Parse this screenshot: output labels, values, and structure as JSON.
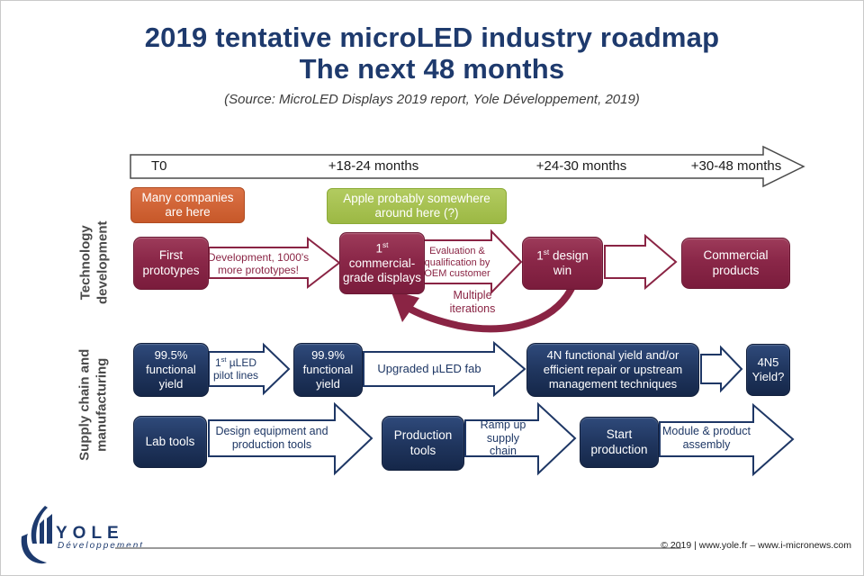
{
  "title": {
    "line1": "2019 tentative microLED industry roadmap",
    "line2": "The next 48 months",
    "source": "(Source: MicroLED Displays 2019 report, Yole Développement, 2019)"
  },
  "timeline": {
    "labels": [
      "T0",
      "+18-24 months",
      "+24-30 months",
      "+30-48 months"
    ]
  },
  "callouts": {
    "many_companies": {
      "line1": "Many companies",
      "line2": "are here"
    },
    "apple": {
      "line1": "Apple probably somewhere",
      "line2": "around here (?)"
    }
  },
  "row_labels": {
    "technology": {
      "line1": "Technology",
      "line2": "development"
    },
    "supply": {
      "line1": "Supply chain and",
      "line2": "manufacturing"
    }
  },
  "technology_row": {
    "first_prototypes": {
      "line1": "First",
      "line2": "prototypes"
    },
    "dev_arrow": {
      "line1": "Development, 1000's",
      "line2": "more prototypes!"
    },
    "commercial_grade": {
      "num": "1",
      "sup": "st",
      "line2": "commercial-",
      "line3": "grade displays"
    },
    "eval_arrow": {
      "line1": "Evaluation &",
      "line2": "qualification by",
      "line3": "OEM customer"
    },
    "multiple_iterations": {
      "line1": "Multiple",
      "line2": "iterations"
    },
    "design_win": {
      "num": "1",
      "sup": "st",
      "rest": " design",
      "line2": "win"
    },
    "commercial_products": {
      "line1": "Commercial",
      "line2": "products"
    }
  },
  "supply_row1": {
    "yield995": {
      "line1": "99.5%",
      "line2": "functional",
      "line3": "yield"
    },
    "pilot_arrow": {
      "num": "1",
      "sup": "st",
      "rest": " µLED",
      "line2": "pilot lines"
    },
    "yield999": {
      "line1": "99.9%",
      "line2": "functional",
      "line3": "yield"
    },
    "upgraded_arrow": {
      "line1": "Upgraded µLED fab"
    },
    "yield4n": {
      "line1": "4N functional yield and/or",
      "line2": "efficient repair or upstream",
      "line3": "management techniques"
    },
    "yield4n5": {
      "line1": "4N5",
      "line2": "Yield?"
    }
  },
  "supply_row2": {
    "lab_tools": {
      "line1": "Lab tools"
    },
    "design_arrow": {
      "line1": "Design equipment and",
      "line2": "production tools"
    },
    "production_tools": {
      "line1": "Production",
      "line2": "tools"
    },
    "ramp_arrow": {
      "line1": "Ramp up supply",
      "line2": "chain"
    },
    "start_production": {
      "line1": "Start",
      "line2": "production"
    },
    "module_arrow": {
      "line1": "Module & product",
      "line2": "assembly"
    }
  },
  "footer": {
    "logo_text": "YOLE",
    "logo_sub": "Développement",
    "copyright": "© 2019 | www.yole.fr – www.i-micronews.com"
  },
  "colors": {
    "title_navy": "#1e3a6d",
    "maroon": "#8a2444",
    "navy": "#1e3765",
    "orange": "#d4693c",
    "green": "#a9c455",
    "label_gray": "#4a4a4a"
  }
}
